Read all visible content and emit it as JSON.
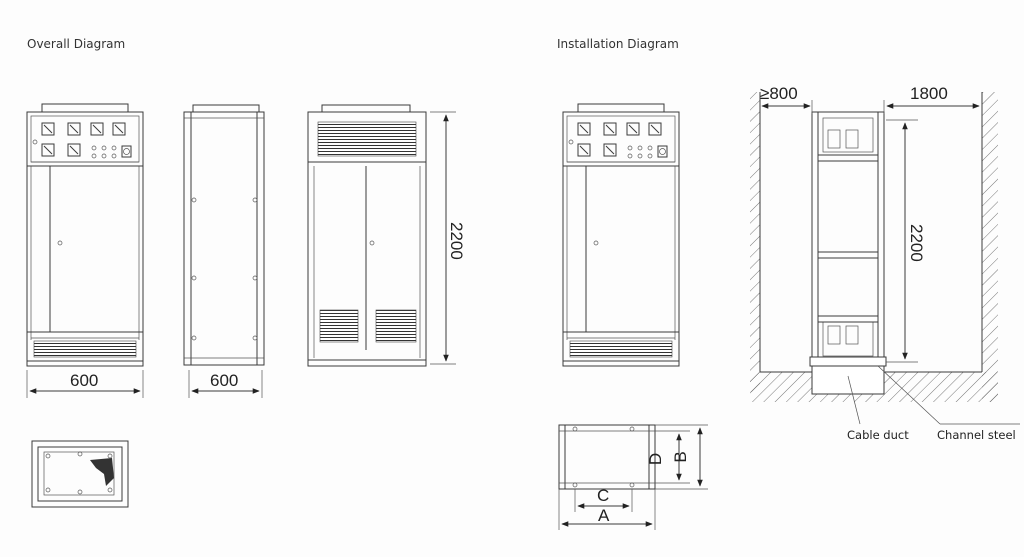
{
  "sections": {
    "overall_title": "Overall Diagram",
    "installation_title": "Installation Diagram"
  },
  "dimensions": {
    "front_width": "600",
    "side_depth": "600",
    "rear_height": "2200",
    "install_left_clearance": "≥800",
    "install_right_clearance": "1800",
    "install_height": "2200"
  },
  "base_labels": {
    "a": "A",
    "b": "B",
    "c": "C",
    "d": "D"
  },
  "callouts": {
    "cable_duct": "Cable duct",
    "channel_steel": "Channel steel"
  }
}
